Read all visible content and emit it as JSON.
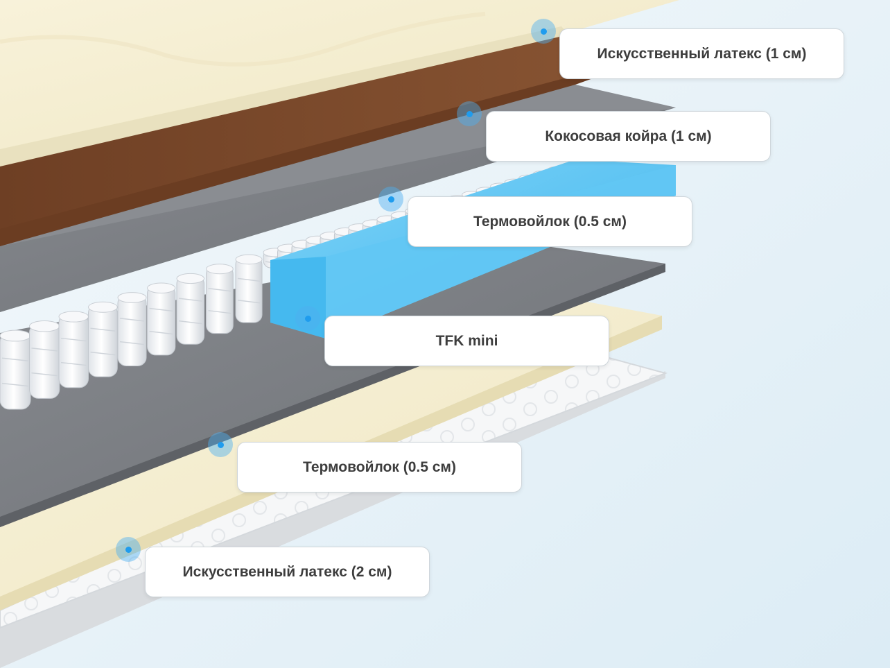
{
  "colors": {
    "background": "#e6f1f7",
    "latex": "#f7f1d8",
    "coir": "#7d4a2b",
    "felt": "#7c7f84",
    "springs": "#eef0f3",
    "tfk_foam": "#5bc3f2",
    "cover": "#f4f5f6",
    "marker": "#1f9cee"
  },
  "layers": [
    {
      "id": "top-latex",
      "label": "Искусственный латекс (1 см)"
    },
    {
      "id": "coir",
      "label": "Кокосовая койра (1 см)"
    },
    {
      "id": "top-felt",
      "label": "Термовойлок (0.5 см)"
    },
    {
      "id": "springs",
      "label": "TFK mini"
    },
    {
      "id": "bottom-felt",
      "label": "Термовойлок (0.5 см)"
    },
    {
      "id": "bottom-latex",
      "label": "Искусственный латекс (2 см)"
    }
  ]
}
